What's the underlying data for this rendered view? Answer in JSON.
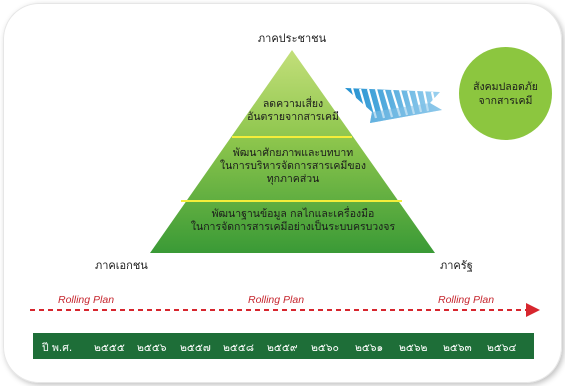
{
  "pyramid": {
    "apex_label": "ภาคประชาชน",
    "left_label": "ภาคเอกชน",
    "right_label": "ภาครัฐ",
    "layers": [
      {
        "lines": [
          "ลดความเสี่ยง",
          "อันตรายจากสารเคมี"
        ]
      },
      {
        "lines": [
          "พัฒนาศักยภาพและบทบาท",
          "ในการบริหารจัดการสารเคมีของ",
          "ทุกภาคส่วน"
        ]
      },
      {
        "lines": [
          "พัฒนาฐานข้อมูล กลไกและเครื่องมือ",
          "ในการจัดการสารเคมีอย่างเป็นระบบครบวงจร"
        ]
      }
    ],
    "colors": {
      "top": "#b9d96a",
      "bottom": "#3f9f3a",
      "divider": "#f4ee3a"
    }
  },
  "goal": {
    "lines": [
      "สังคมปลอดภัย",
      "จากสารเคมี"
    ],
    "color": "#8cc63f",
    "arrow_color": "#3aa6dd"
  },
  "rolling_plan": {
    "labels": [
      "Rolling Plan",
      "Rolling Plan",
      "Rolling Plan"
    ],
    "color": "#d7262e"
  },
  "timeline": {
    "prefix": "ปี พ.ศ.",
    "years": [
      "๒๕๕๕",
      "๒๕๕๖",
      "๒๕๕๗",
      "๒๕๕๘",
      "๒๕๕๙",
      "๒๕๖๐",
      "๒๕๖๑",
      "๒๕๖๒",
      "๒๕๖๓",
      "๒๕๖๔"
    ],
    "bg_color": "#1e6e38"
  }
}
